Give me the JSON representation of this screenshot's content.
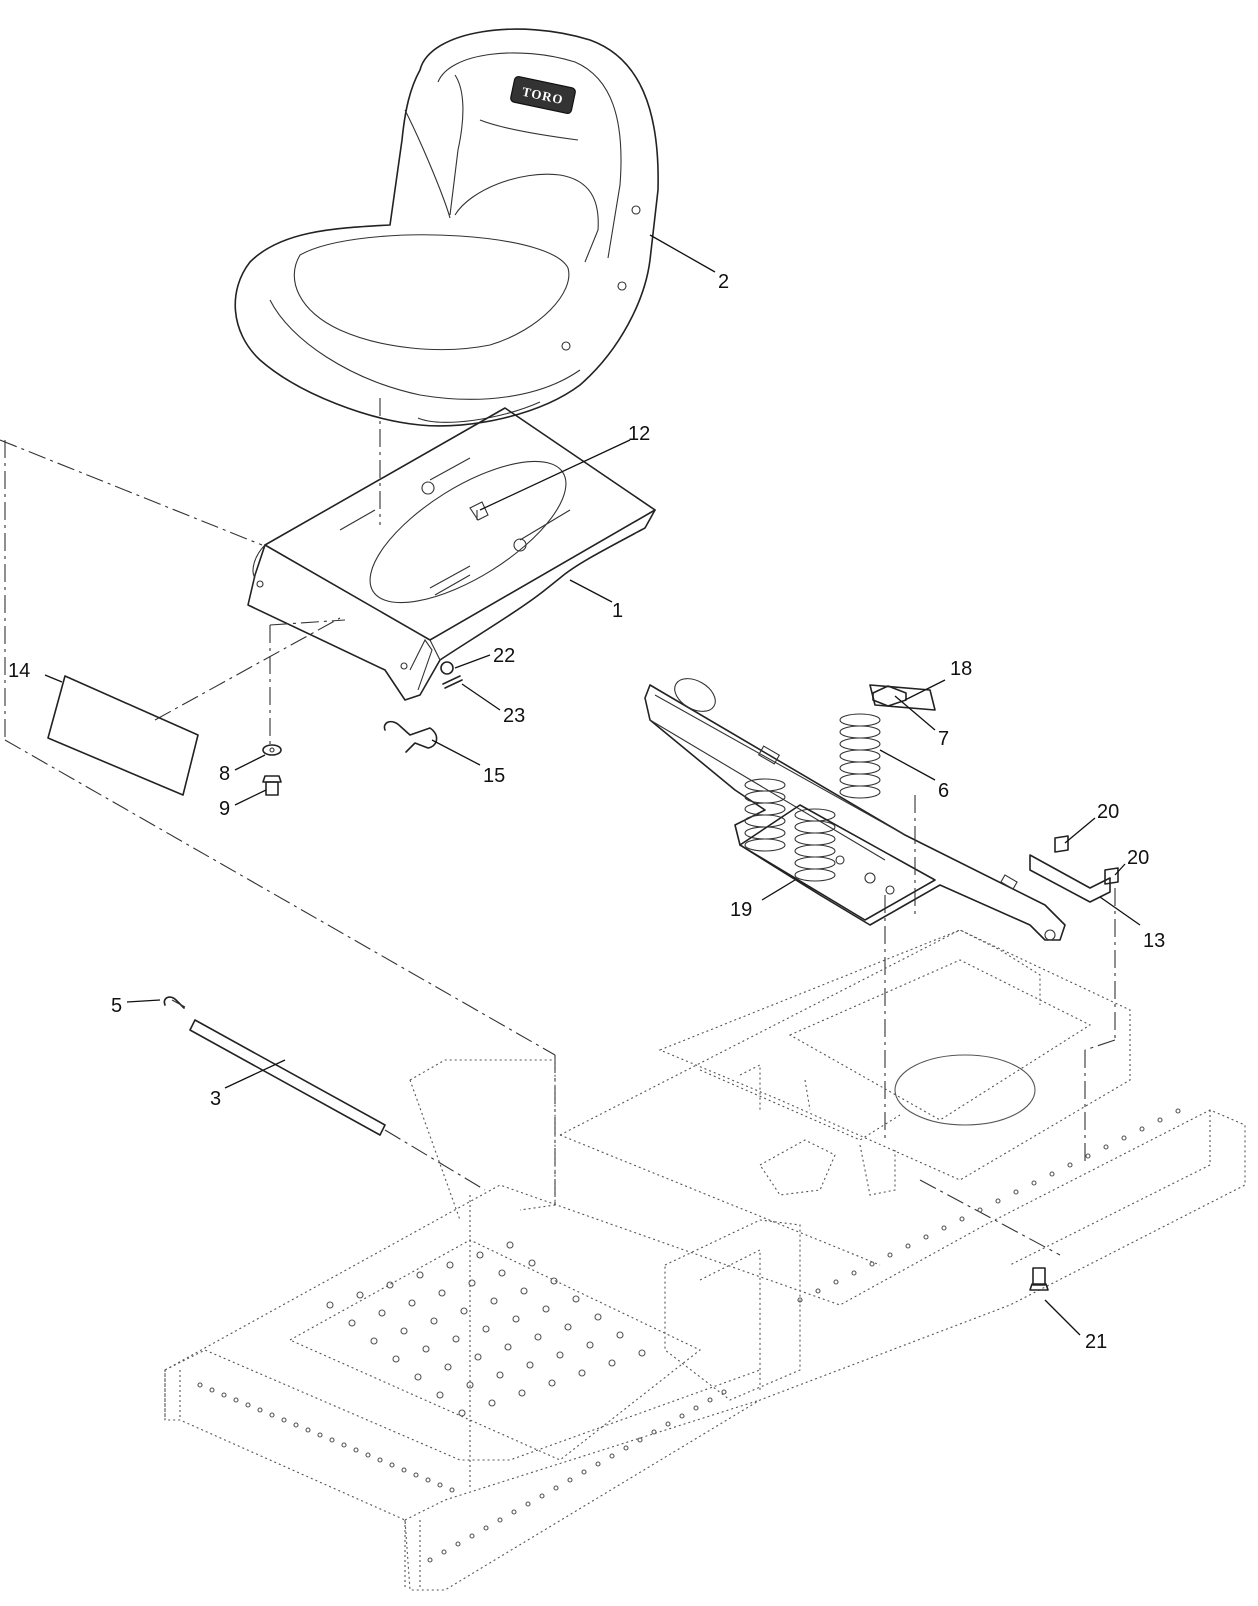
{
  "logo_text": "TORO",
  "callouts": [
    "1",
    "2",
    "3",
    "5",
    "6",
    "7",
    "8",
    "9",
    "12",
    "13",
    "14",
    "15",
    "18",
    "19",
    "20",
    "20",
    "21",
    "22",
    "23"
  ]
}
